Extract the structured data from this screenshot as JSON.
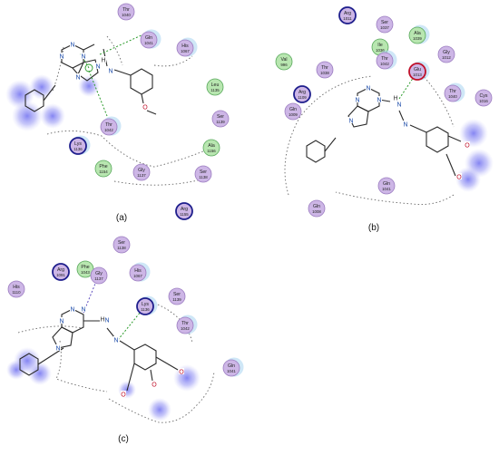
{
  "colors": {
    "hydrophobic": "#cdb6e6",
    "polar": "#cdb6e6",
    "greasy": "#b8e6b0",
    "greasy_stroke": "#57a85a",
    "polar_stroke": "#9b7cc0",
    "charged_pos_ring": "#1e1e8c",
    "charged_neg_ring": "#c0102a",
    "hbond": "#2a9a2a",
    "pi": "#6050c0",
    "exposure_blue": "#9aa0f0",
    "ligand": "#2a2a2a",
    "nitrogen": "#1a4aa8",
    "oxygen": "#c0102a"
  },
  "panels": [
    {
      "label": "(a)",
      "residues": [
        {
          "name": "Thr",
          "num": "1040",
          "kind": "polar"
        },
        {
          "name": "Gln",
          "num": "1041",
          "kind": "polar"
        },
        {
          "name": "His",
          "num": "1067",
          "kind": "polar"
        },
        {
          "name": "Leu",
          "num": "1135",
          "kind": "greasy"
        },
        {
          "name": "Ser",
          "num": "1139",
          "kind": "polar"
        },
        {
          "name": "Ala",
          "num": "1156",
          "kind": "greasy"
        },
        {
          "name": "Ser",
          "num": "1138",
          "kind": "polar"
        },
        {
          "name": "Arg",
          "num": "1155",
          "kind": "pos"
        },
        {
          "name": "Gly",
          "num": "1137",
          "kind": "polar"
        },
        {
          "name": "Phe",
          "num": "1154",
          "kind": "greasy"
        },
        {
          "name": "Lys",
          "num": "1136",
          "kind": "pos"
        },
        {
          "name": "Thr",
          "num": "1042",
          "kind": "polar"
        }
      ],
      "atoms": [
        {
          "t": "N"
        },
        {
          "t": "N"
        },
        {
          "t": "N"
        },
        {
          "t": "N"
        },
        {
          "t": "N"
        },
        {
          "t": "H"
        },
        {
          "t": "N"
        },
        {
          "t": "O"
        }
      ]
    },
    {
      "label": "(b)",
      "residues": [
        {
          "name": "Arg",
          "num": "1011",
          "kind": "pos"
        },
        {
          "name": "Ser",
          "num": "1037",
          "kind": "polar"
        },
        {
          "name": "Ala",
          "num": "1039",
          "kind": "greasy"
        },
        {
          "name": "Ile",
          "num": "1036",
          "kind": "greasy"
        },
        {
          "name": "Gly",
          "num": "1012",
          "kind": "polar"
        },
        {
          "name": "Val",
          "num": "996",
          "kind": "greasy"
        },
        {
          "name": "Thr",
          "num": "1038",
          "kind": "polar"
        },
        {
          "name": "Thr",
          "num": "1042",
          "kind": "polar"
        },
        {
          "name": "Glu",
          "num": "1013",
          "kind": "neg"
        },
        {
          "name": "Arg",
          "num": "1109",
          "kind": "pos"
        },
        {
          "name": "Gln",
          "num": "1009",
          "kind": "polar"
        },
        {
          "name": "Thr",
          "num": "1040",
          "kind": "polar"
        },
        {
          "name": "Cys",
          "num": "1016",
          "kind": "polar"
        },
        {
          "name": "Gln",
          "num": "1041",
          "kind": "polar"
        },
        {
          "name": "Gln",
          "num": "1008",
          "kind": "polar"
        }
      ],
      "atoms": [
        {
          "t": "N"
        },
        {
          "t": "N"
        },
        {
          "t": "N"
        },
        {
          "t": "N"
        },
        {
          "t": "H"
        },
        {
          "t": "N"
        },
        {
          "t": "N"
        },
        {
          "t": "O"
        },
        {
          "t": "O"
        }
      ]
    },
    {
      "label": "(c)",
      "residues": [
        {
          "name": "Phe",
          "num": "1043",
          "kind": "greasy"
        },
        {
          "name": "Ser",
          "num": "1138",
          "kind": "polar"
        },
        {
          "name": "Arg",
          "num": "1091",
          "kind": "pos"
        },
        {
          "name": "Gly",
          "num": "1137",
          "kind": "polar"
        },
        {
          "name": "His",
          "num": "1067",
          "kind": "polar"
        },
        {
          "name": "His",
          "num": "1110",
          "kind": "polar"
        },
        {
          "name": "Lys",
          "num": "1136",
          "kind": "pos"
        },
        {
          "name": "Ser",
          "num": "1139",
          "kind": "polar"
        },
        {
          "name": "Thr",
          "num": "1042",
          "kind": "polar"
        },
        {
          "name": "Gln",
          "num": "1041",
          "kind": "polar"
        }
      ],
      "atoms": [
        {
          "t": "N"
        },
        {
          "t": "N"
        },
        {
          "t": "N"
        },
        {
          "t": "N"
        },
        {
          "t": "H"
        },
        {
          "t": "N"
        },
        {
          "t": "N"
        },
        {
          "t": "O"
        },
        {
          "t": "O"
        },
        {
          "t": "O"
        }
      ]
    }
  ]
}
